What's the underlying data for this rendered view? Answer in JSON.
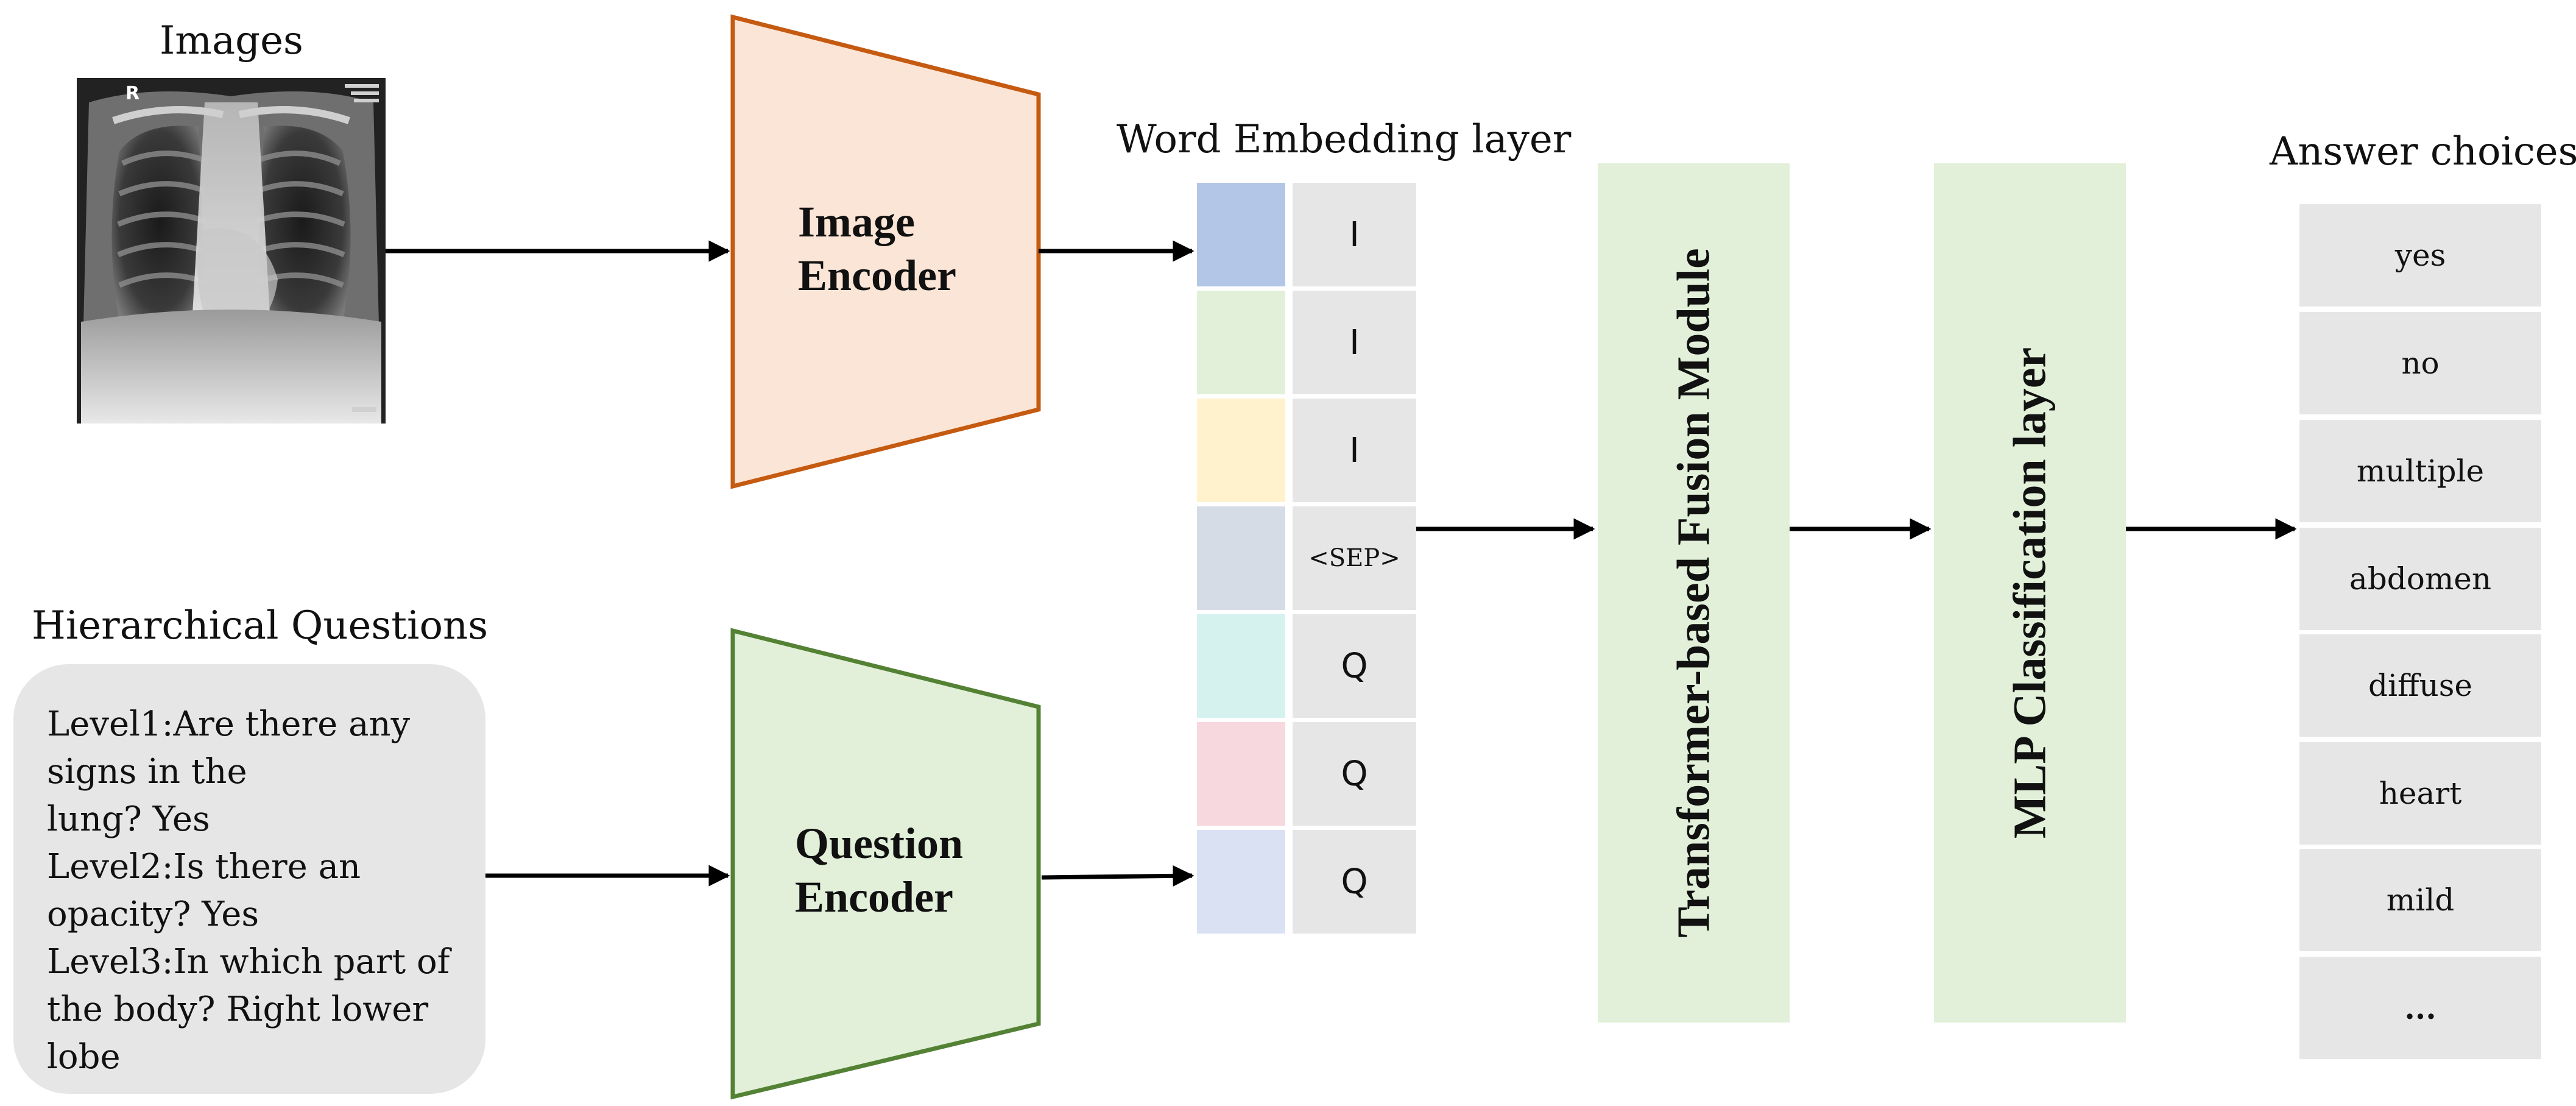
{
  "headings": {
    "images": "Images",
    "word_embedding": "Word Embedding layer",
    "answer_choices": "Answer choices",
    "hierarchical_questions": "Hierarchical Questions"
  },
  "xray": {
    "marker": "R"
  },
  "encoders": {
    "image": [
      "Image",
      "Encoder"
    ],
    "question": [
      "Question",
      "Encoder"
    ]
  },
  "questions": {
    "lines": [
      "Level1:Are there any",
      "signs in the",
      "lung? Yes",
      "Level2:Is there an",
      "opacity? Yes",
      "Level3:In which part of",
      "the body?  Right lower",
      "lobe"
    ]
  },
  "embedding": {
    "tokens": [
      "I",
      "I",
      "I",
      "<SEP>",
      "Q",
      "Q",
      "Q"
    ],
    "colors": [
      "#b4c6e7",
      "#e2f0d9",
      "#fff2cc",
      "#d6dce5",
      "#d5f2ef",
      "#f8d8df",
      "#d9e1f2"
    ]
  },
  "modules": {
    "fusion": "Transformer-based Fusion Module",
    "classifier": "MLP Classification layer"
  },
  "answers": [
    "yes",
    "no",
    "multiple",
    "abdomen",
    "diffuse",
    "heart",
    "mild",
    "..."
  ],
  "colors": {
    "image_encoder_fill": "#fbe5d6",
    "image_encoder_stroke": "#c55a11",
    "question_encoder_fill": "#e2f0d9",
    "question_encoder_stroke": "#548235",
    "module_fill": "#e2f0d9",
    "cell_gray": "#e6e6e6",
    "arrow": "#000000"
  }
}
